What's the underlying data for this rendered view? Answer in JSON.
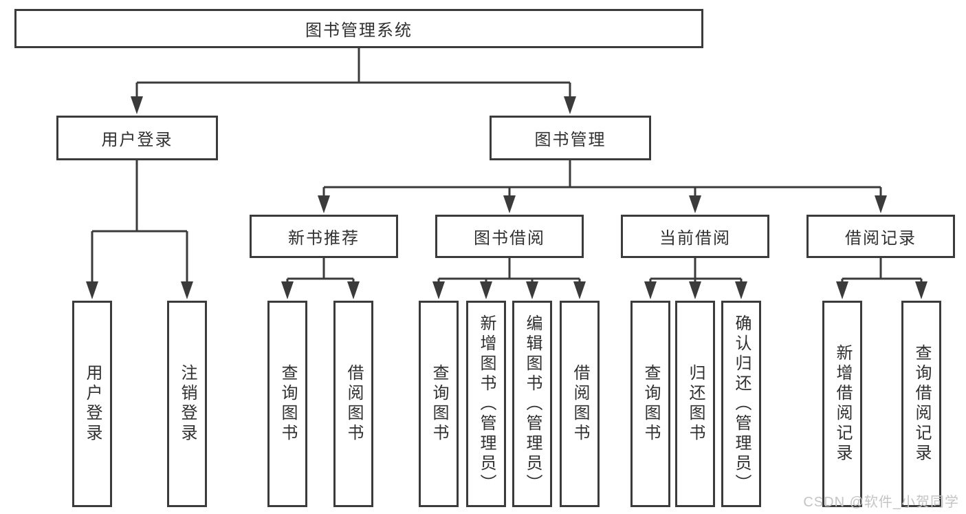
{
  "tree": {
    "label": "图书管理系统",
    "children": [
      {
        "label": "用户登录",
        "children": [
          {
            "label": "用户登录"
          },
          {
            "label": "注销登录"
          }
        ]
      },
      {
        "label": "图书管理",
        "children": [
          {
            "label": "新书推荐",
            "children": [
              {
                "label": "查询图书"
              },
              {
                "label": "借阅图书"
              }
            ]
          },
          {
            "label": "图书借阅",
            "children": [
              {
                "label": "查询图书"
              },
              {
                "label": "新增图书（管理员）"
              },
              {
                "label": "编辑图书（管理员）"
              },
              {
                "label": "借阅图书"
              }
            ]
          },
          {
            "label": "当前借阅",
            "children": [
              {
                "label": "查询图书"
              },
              {
                "label": "归还图书"
              },
              {
                "label": "确认归还（管理员）"
              }
            ]
          },
          {
            "label": "借阅记录",
            "children": [
              {
                "label": "新增借阅记录"
              },
              {
                "label": "查询借阅记录"
              }
            ]
          }
        ]
      }
    ]
  },
  "watermark": "CSDN @软件_小贺同学",
  "colors": {
    "line": "#3b3b3b",
    "text": "#303030",
    "watermark": "#c4c4c4",
    "background": "#ffffff"
  }
}
